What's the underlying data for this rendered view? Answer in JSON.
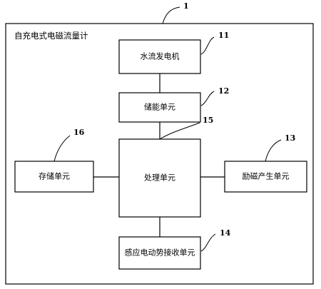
{
  "title": "自充电式电磁流量计",
  "flowmeter_ref": "1",
  "blocks": {
    "generator": {
      "label": "水流发电机",
      "ref": "11"
    },
    "energy_storage": {
      "label": "储能单元",
      "ref": "12"
    },
    "excitation": {
      "label": "励磁产生单元",
      "ref": "13"
    },
    "emf_receiver": {
      "label": "感应电动势接收单元",
      "ref": "14"
    },
    "processor": {
      "label": "处理单元",
      "ref": "15"
    },
    "memory": {
      "label": "存储单元",
      "ref": "16"
    }
  },
  "connections": [
    [
      "generator",
      "energy_storage"
    ],
    [
      "energy_storage",
      "processor"
    ],
    [
      "memory",
      "processor"
    ],
    [
      "processor",
      "excitation"
    ],
    [
      "processor",
      "emf_receiver"
    ]
  ]
}
